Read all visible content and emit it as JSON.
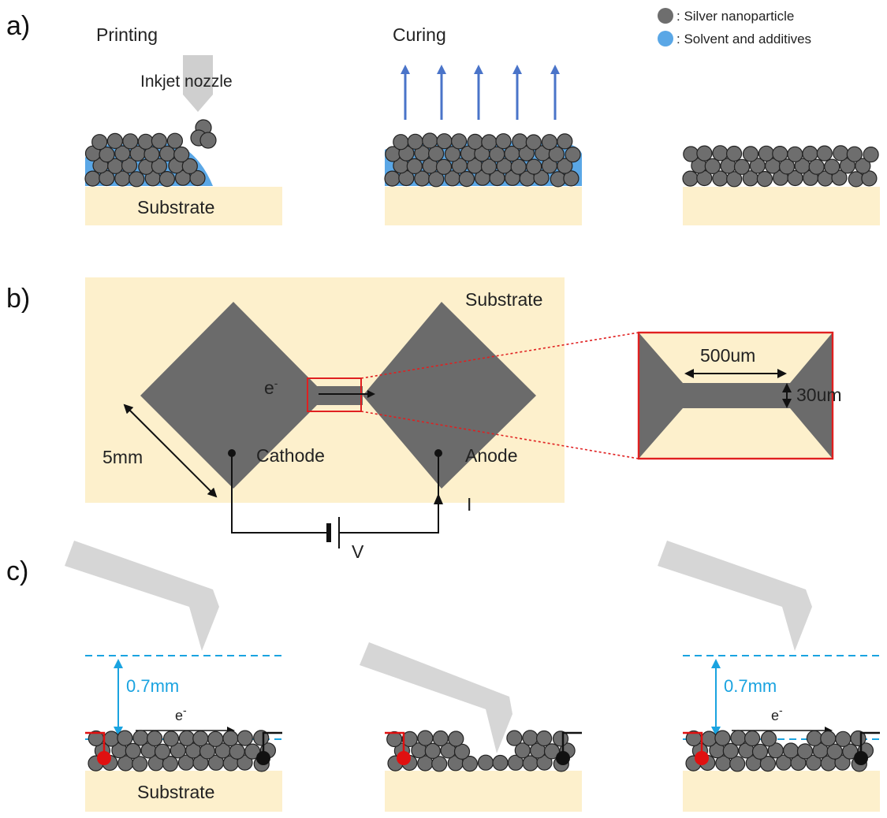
{
  "panel_a": {
    "label": "a)",
    "step_printing": "Printing",
    "step_curing": "Curing",
    "nozzle_label": "Inkjet nozzle",
    "substrate_label": "Substrate",
    "legend": [
      {
        "text": ": Silver nanoparticle",
        "color": "#6e6e6e"
      },
      {
        "text": ": Solvent and additives",
        "color": "#5aa7e6"
      }
    ]
  },
  "panel_b": {
    "label": "b)",
    "substrate_label": "Substrate",
    "electron": "e",
    "electron_sup": "-",
    "cathode": "Cathode",
    "anode": "Anode",
    "size_label": "5mm",
    "current_label": "I",
    "voltage_label": "V",
    "inset_width": "500um",
    "inset_height": "30um"
  },
  "panel_c": {
    "label": "c)",
    "gap_label": "0.7mm",
    "electron": "e",
    "electron_sup": "-",
    "substrate_label": "Substrate"
  },
  "colors": {
    "substrate": "#fdf0cc",
    "particle": "#6e6e6e",
    "solvent": "#5aa7e6",
    "arrow_blue": "#4a74c9",
    "cyan": "#1aa3e0",
    "probe": "#d6d6d6",
    "electrode": "#6b6b6b",
    "red": "#e01010"
  }
}
